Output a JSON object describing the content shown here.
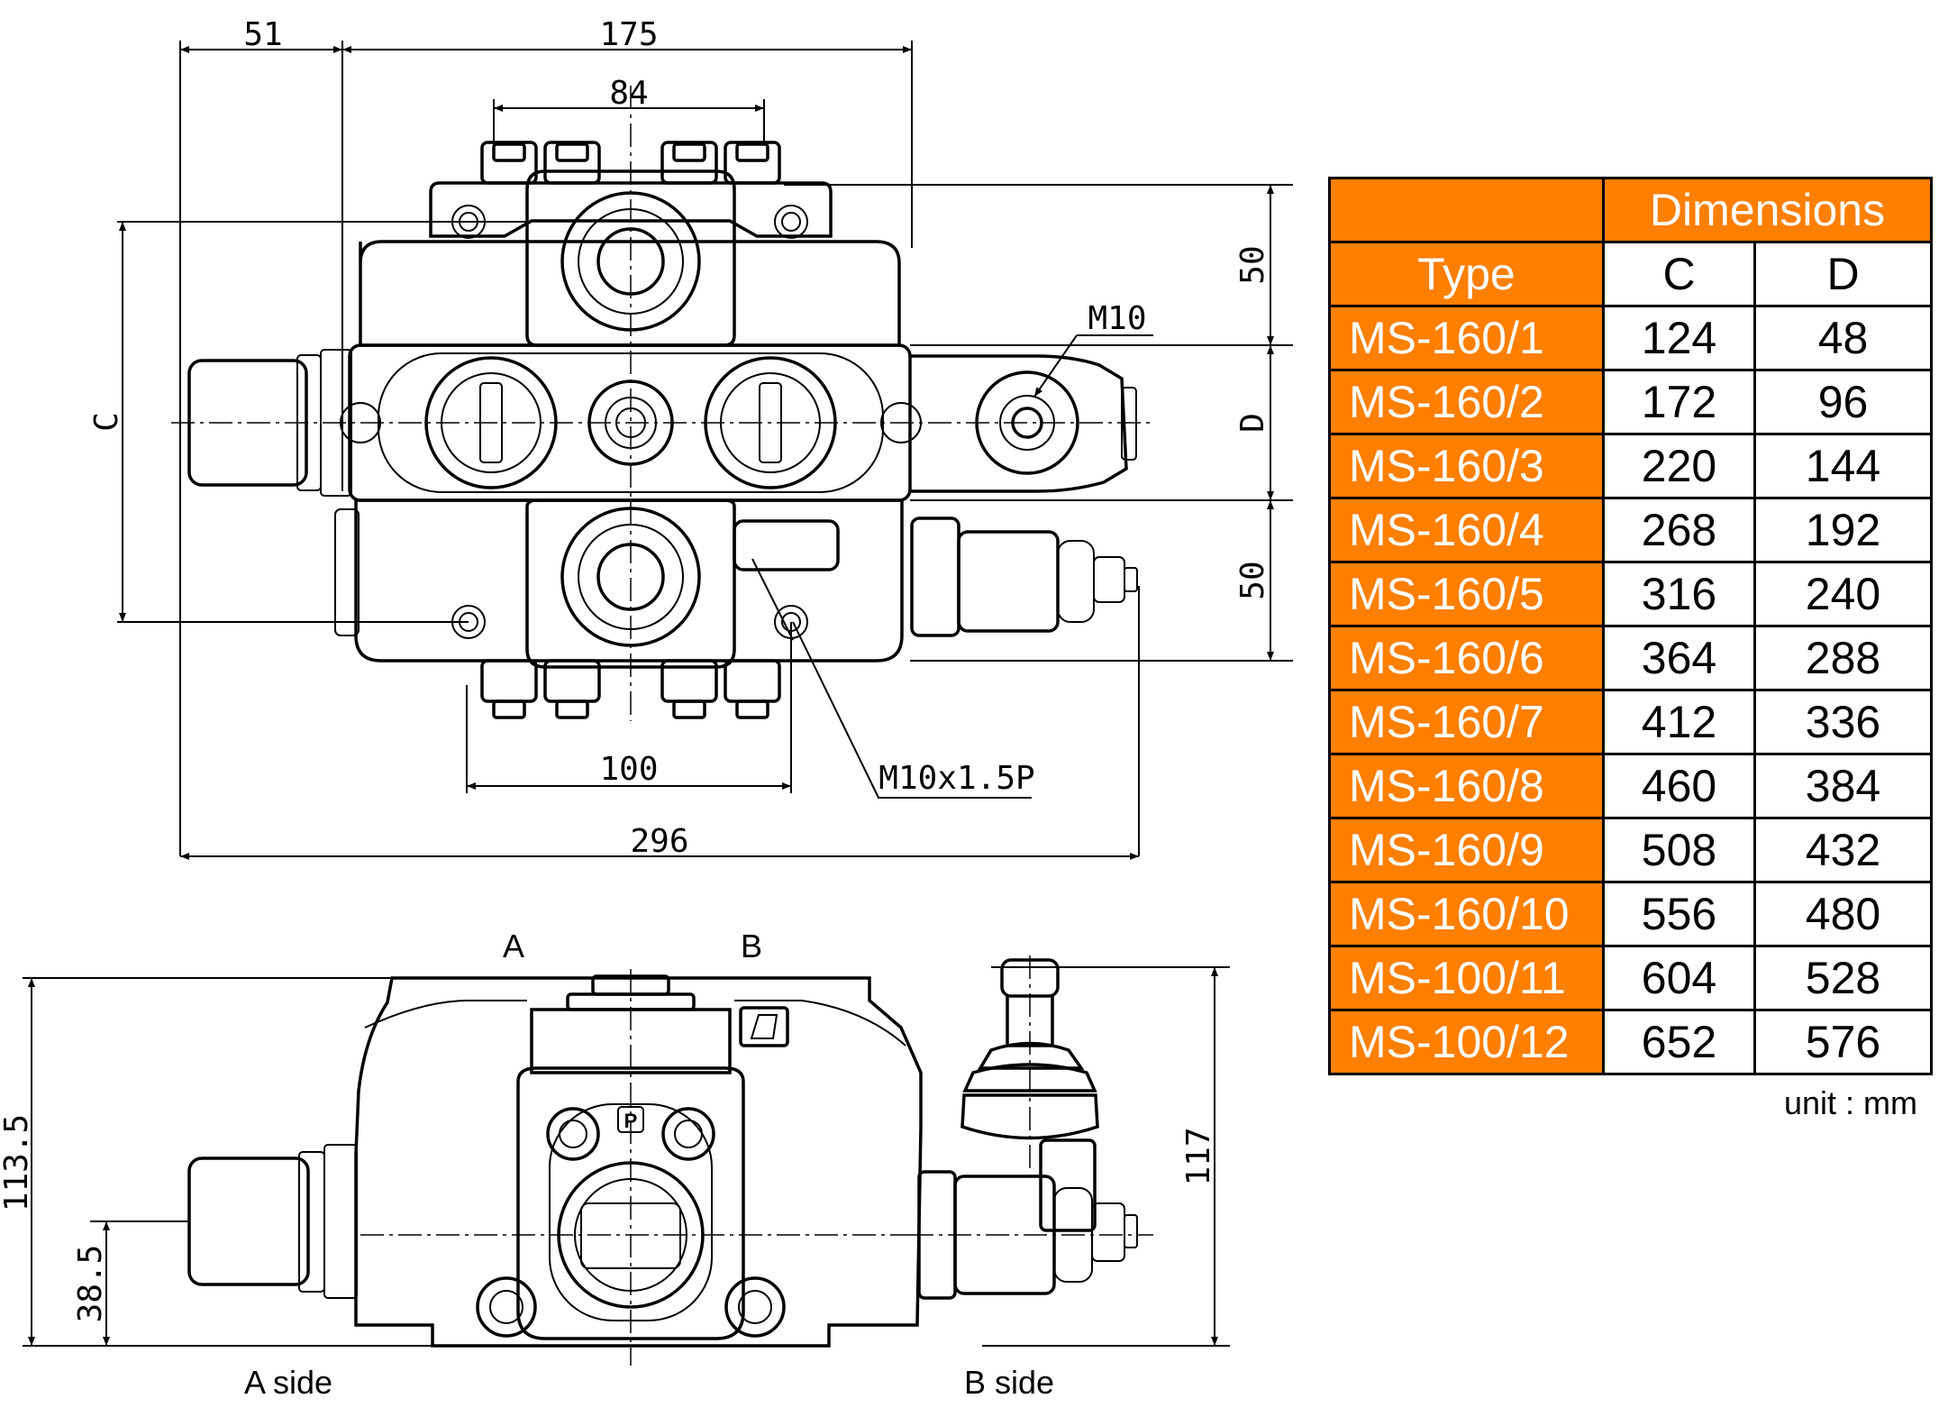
{
  "top_view": {
    "dims": {
      "d51": "51",
      "d175": "175",
      "d84": "84",
      "d50_top": "50",
      "d50_bottom": "50",
      "c_label": "C",
      "d_label": "D",
      "m10": "M10",
      "d100": "100",
      "m10x15": "M10x1.5P",
      "d296": "296"
    }
  },
  "side_view": {
    "port_a": "A",
    "port_b": "B",
    "port_p": "P",
    "d113_5": "113.5",
    "d38_5": "38.5",
    "d117": "117",
    "a_side": "A side",
    "b_side": "B side"
  },
  "table": {
    "type_header": "Type",
    "dimensions_header": "Dimensions",
    "c_header": "C",
    "d_header": "D",
    "rows": [
      {
        "type": "MS-160/1",
        "c": "124",
        "d": "48"
      },
      {
        "type": "MS-160/2",
        "c": "172",
        "d": "96"
      },
      {
        "type": "MS-160/3",
        "c": "220",
        "d": "144"
      },
      {
        "type": "MS-160/4",
        "c": "268",
        "d": "192"
      },
      {
        "type": "MS-160/5",
        "c": "316",
        "d": "240"
      },
      {
        "type": "MS-160/6",
        "c": "364",
        "d": "288"
      },
      {
        "type": "MS-160/7",
        "c": "412",
        "d": "336"
      },
      {
        "type": "MS-160/8",
        "c": "460",
        "d": "384"
      },
      {
        "type": "MS-160/9",
        "c": "508",
        "d": "432"
      },
      {
        "type": "MS-160/10",
        "c": "556",
        "d": "480"
      },
      {
        "type": "MS-100/11",
        "c": "604",
        "d": "528"
      },
      {
        "type": "MS-100/12",
        "c": "652",
        "d": "576"
      }
    ],
    "unit": "unit : mm"
  },
  "colors": {
    "header_fill": "#ff7f00",
    "line": "#000000"
  }
}
